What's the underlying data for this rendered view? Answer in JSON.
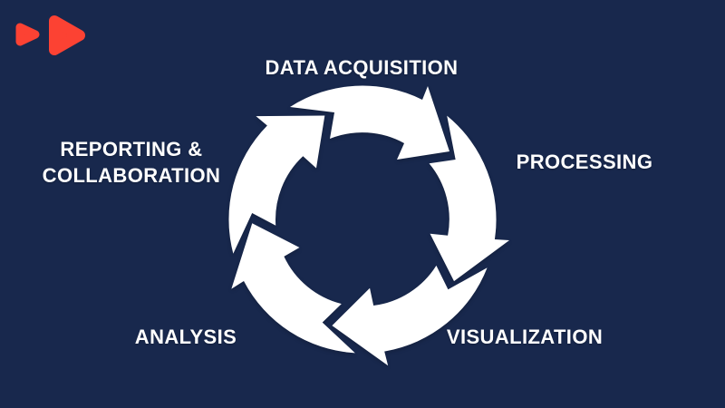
{
  "slide": {
    "background_color": "#18284D",
    "text_color": "#FFFFFF"
  },
  "logo": {
    "icon": "fast-forward-icon",
    "color": "#FC4233"
  },
  "diagram": {
    "type": "cycle",
    "direction": "clockwise",
    "arrow_color": "#FFFFFF",
    "arrow_count": 5,
    "stages": [
      {
        "label": "DATA ACQUISITION",
        "position": "top"
      },
      {
        "label": "PROCESSING",
        "position": "right"
      },
      {
        "label": "VISUALIZATION",
        "position": "bottom-right"
      },
      {
        "label": "ANALYSIS",
        "position": "bottom-left"
      },
      {
        "label": "REPORTING & COLLABORATION",
        "position": "left"
      }
    ]
  }
}
